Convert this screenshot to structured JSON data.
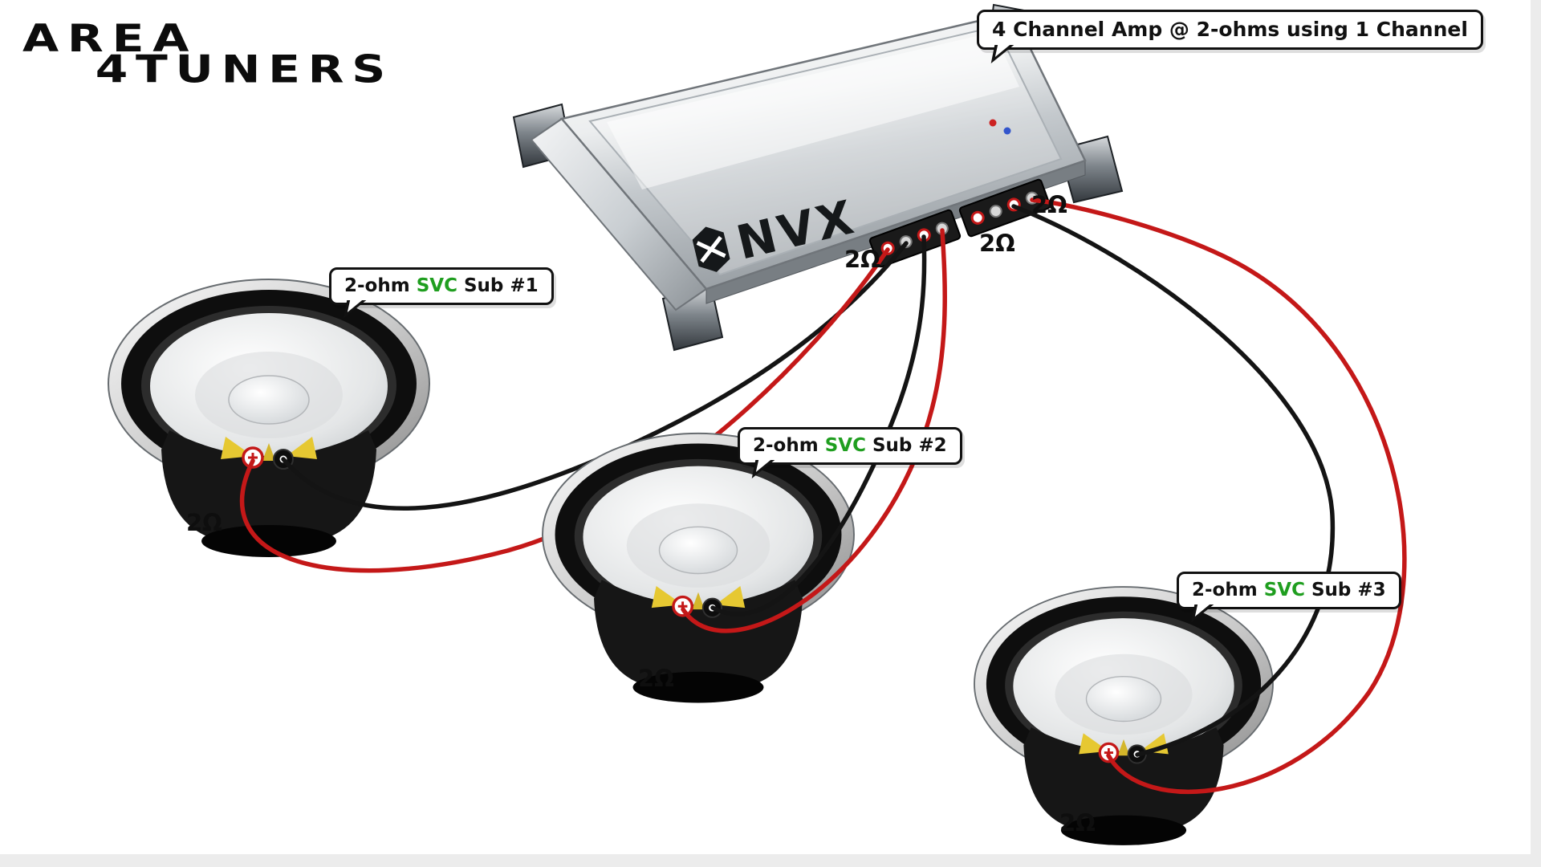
{
  "logo": {
    "line1": "AREA",
    "line2": "4TUNERS"
  },
  "amp": {
    "callout": "4 Channel Amp  @ 2-ohms using 1 Channel",
    "brand": "NVX",
    "channel_labels": [
      "2Ω",
      "2Ω",
      "2Ω"
    ]
  },
  "subs": [
    {
      "name": "2-ohm ",
      "svc": "SVC",
      "suffix": " Sub #1",
      "impedance": "2Ω"
    },
    {
      "name": "2-ohm ",
      "svc": "SVC",
      "suffix": " Sub #2",
      "impedance": "2Ω"
    },
    {
      "name": "2-ohm ",
      "svc": "SVC",
      "suffix": " Sub #3",
      "impedance": "2Ω"
    }
  ],
  "colors": {
    "wire_red": "#c41818",
    "wire_black": "#141414",
    "svc_green": "#1f9e1f",
    "callout_border": "#111111"
  }
}
